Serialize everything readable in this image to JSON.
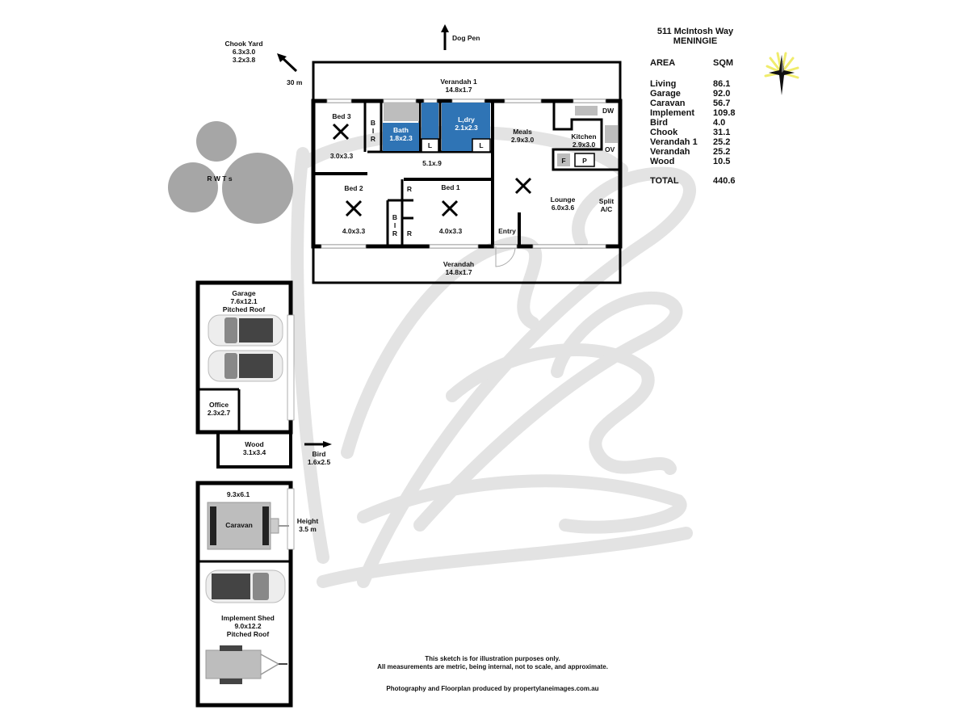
{
  "header": {
    "address": "511 McIntosh Way",
    "town": "MENINGIE"
  },
  "area_table": {
    "col_area": "AREA",
    "col_sqm": "SQM",
    "rows": [
      {
        "name": "Living",
        "sqm": "86.1"
      },
      {
        "name": "Garage",
        "sqm": "92.0"
      },
      {
        "name": "Caravan",
        "sqm": "56.7"
      },
      {
        "name": "Implement",
        "sqm": "109.8"
      },
      {
        "name": "Bird",
        "sqm": "4.0"
      },
      {
        "name": "Chook",
        "sqm": "31.1"
      },
      {
        "name": "Verandah 1",
        "sqm": "25.2"
      },
      {
        "name": "Verandah",
        "sqm": "25.2"
      },
      {
        "name": "Wood",
        "sqm": "10.5"
      }
    ],
    "total_label": "TOTAL",
    "total_sqm": "440.6"
  },
  "compass": {
    "icon": "north-star-compass-icon",
    "colors": {
      "rays": "#f5f07a",
      "star": "#111111"
    }
  },
  "pointers": {
    "dog_pen": "Dog Pen",
    "chook_yard": {
      "name": "Chook Yard",
      "dim1": "6.3x3.0",
      "dim2": "3.2x3.8",
      "distance": "30 m"
    },
    "bird": {
      "name": "Bird",
      "dim": "1.6x2.5"
    }
  },
  "rwts": {
    "label": "R W T s",
    "color": "#a6a6a6"
  },
  "house": {
    "verandah1": {
      "name": "Verandah 1",
      "dim": "14.8x1.7"
    },
    "verandah": {
      "name": "Verandah",
      "dim": "14.8x1.7"
    },
    "bed3": {
      "name": "Bed 3",
      "dim": "3.0x3.3"
    },
    "bir": [
      "B",
      "I",
      "R"
    ],
    "bath": {
      "name": "Bath",
      "dim": "1.8x2.3"
    },
    "laundry": {
      "name": "L,dry",
      "dim": "2.1x2.3"
    },
    "linen": "L",
    "hall": {
      "dim": "5.1x.9"
    },
    "meals": {
      "name": "Meals",
      "dim": "2.9x3.0"
    },
    "kitchen": {
      "name": "Kitchen",
      "dim": "2.9x3.0"
    },
    "dw": "DW",
    "ov": "OV",
    "fridge": "F",
    "pantry": "P",
    "bed2": {
      "name": "Bed 2",
      "dim": "4.0x3.3"
    },
    "bed1": {
      "name": "Bed 1",
      "dim": "4.0x3.3"
    },
    "robe": "R",
    "lounge": {
      "name": "Lounge",
      "dim": "6.0x3.6"
    },
    "split": {
      "l1": "Split",
      "l2": "A/C"
    },
    "entry": "Entry",
    "wet_color": "#2f74b5"
  },
  "garage": {
    "name": "Garage",
    "dim": "7.6x12.1",
    "roof": "Pitched Roof"
  },
  "office": {
    "name": "Office",
    "dim": "2.3x2.7"
  },
  "wood": {
    "name": "Wood",
    "dim": "3.1x3.4"
  },
  "caravan_shed": {
    "dim": "9.3x6.1",
    "caravan": "Caravan",
    "height_label": "Height",
    "height": "3.5 m"
  },
  "implement": {
    "name": "Implement Shed",
    "dim": "9.0x12.2",
    "roof": "Pitched Roof"
  },
  "footer": {
    "line1": "This sketch is for illustration purposes only.",
    "line2": "All measurements are metric, being internal, not to scale, and approximate.",
    "credit": "Photography and Floorplan produced by propertylaneimages.com.au"
  }
}
